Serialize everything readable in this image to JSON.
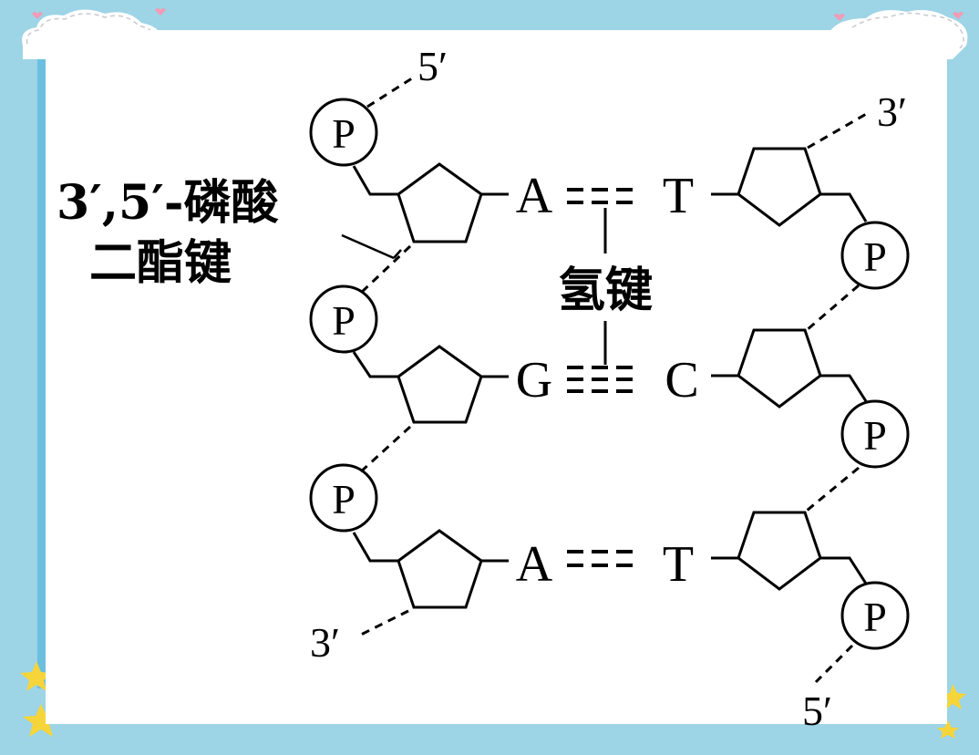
{
  "diagram": {
    "title": "DNA double helix structure (plane)",
    "labels": {
      "phosphodiester_line1": "3′,5′-磷酸",
      "phosphodiester_line2": "二酯键",
      "hydrogen_bond": "氢键"
    },
    "left_strand": {
      "top_end": "5′",
      "bottom_end": "3′",
      "phosphate_symbol": "P",
      "bases": [
        "A",
        "G",
        "A"
      ]
    },
    "right_strand": {
      "top_end": "3′",
      "bottom_end": "5′",
      "phosphate_symbol": "P",
      "bases": [
        "T",
        "C",
        "T"
      ]
    },
    "pairs": [
      {
        "left": "A",
        "right": "T",
        "hbonds": 2,
        "symbol": "==="
      },
      {
        "left": "G",
        "right": "C",
        "hbonds": 3,
        "symbol": "≡≡≡"
      },
      {
        "left": "A",
        "right": "T",
        "hbonds": 2,
        "symbol": "==="
      }
    ]
  },
  "theme": {
    "background": "#9dd4e6",
    "panel": "#ffffff",
    "accent_heart": "#f29bb5",
    "accent_star": "#f6d53a",
    "ink": "#000000"
  }
}
